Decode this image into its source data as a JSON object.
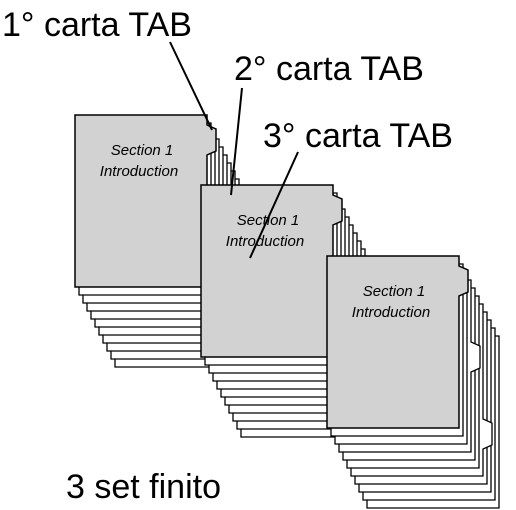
{
  "callouts": {
    "first_tab": "1° carta TAB",
    "second_tab": "2° carta TAB",
    "third_tab": "3° carta TAB",
    "summary": "3 set finito"
  },
  "stacks": [
    {
      "label_line1": "Section 1",
      "label_line2": "Introduction",
      "sheet_count": 11
    },
    {
      "label_line1": "Section 1",
      "label_line2": "Introduction",
      "sheet_count": 11
    },
    {
      "label_line1": "Section 1",
      "label_line2": "Introduction",
      "sheet_count": 11
    }
  ],
  "colors": {
    "front_sheet": "#d2d2d2",
    "back_sheet": "#ffffff",
    "outline": "#000000"
  }
}
